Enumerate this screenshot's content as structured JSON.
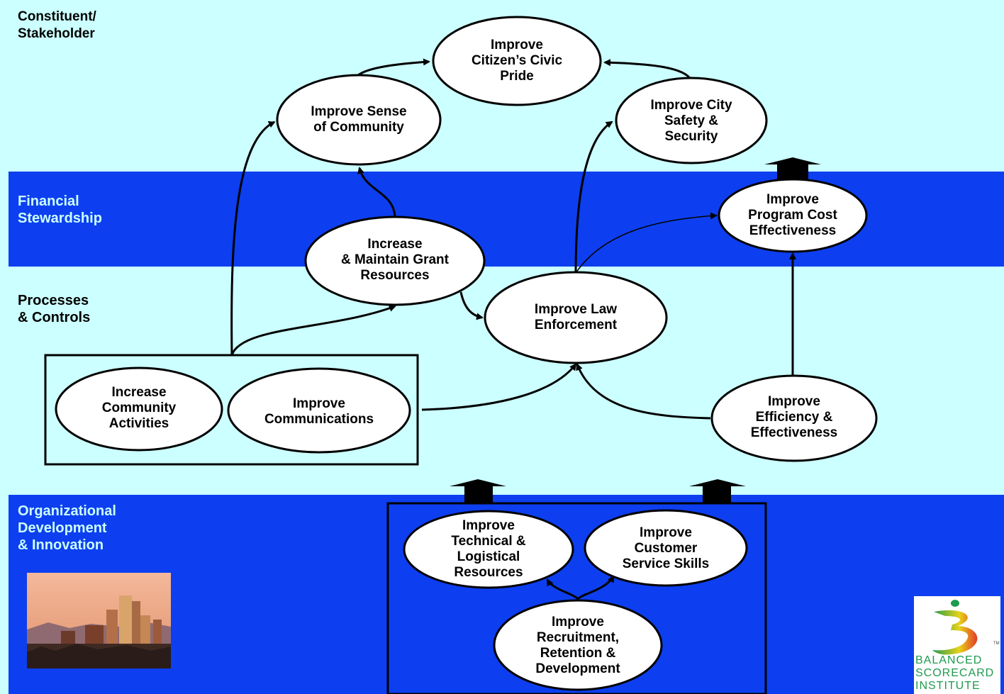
{
  "lanes": {
    "constituent": "Constituent/\nStakeholder",
    "financial": "Financial\nStewardship",
    "processes": "Processes\n& Controls",
    "organizational": "Organizational\nDevelopment\n& Innovation"
  },
  "nodes": {
    "civic_pride": "Improve\nCitizen’s Civic\nPride",
    "sense_of_community": "Improve Sense\nof Community",
    "city_safety": "Improve City\nSafety &\nSecurity",
    "program_cost": "Improve\nProgram Cost\nEffectiveness",
    "grant_resources": "Increase\n& Maintain Grant\nResources",
    "law_enforcement": "Improve Law\nEnforcement",
    "community_activities": "Increase\nCommunity\nActivities",
    "communications": "Improve\nCommunications",
    "efficiency": "Improve\nEfficiency &\nEffectiveness",
    "technical_resources": "Improve\nTechnical &\nLogistical\nResources",
    "customer_service": "Improve\nCustomer\nService Skills",
    "recruitment": "Improve\nRecruitment,\nRetention &\nDevelopment"
  },
  "logo": {
    "text": "BALANCED\nSCORECARD\nINSTITUTE",
    "tm": "TM"
  },
  "colors": {
    "background": "#ccffff",
    "band": "#0d3ff0",
    "lane_label_on_band": "#ccffff",
    "logo_green": "#1f9a4e"
  }
}
